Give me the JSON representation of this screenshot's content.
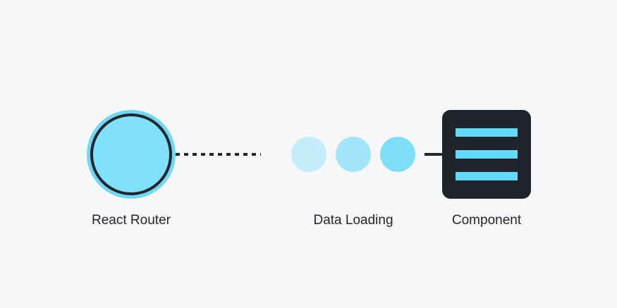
{
  "nodes": {
    "router_label": "React Router",
    "loading_label": "Data Loading",
    "component_label": "Component"
  },
  "colors": {
    "background": "#f6f7f9",
    "router_fill": "#7fe1fb",
    "router_ring": "#6fd8f5",
    "stroke_dark": "#23262d",
    "dot_light": "#c4ecfa",
    "dot_mid": "#a3e6fa",
    "dot_strong": "#7fdffa",
    "component_bg": "#20232a",
    "component_bars": "#61dafb"
  },
  "icons": {
    "router": "circle-node-icon",
    "loading": "loading-dots-icon",
    "component": "component-bars-icon"
  }
}
